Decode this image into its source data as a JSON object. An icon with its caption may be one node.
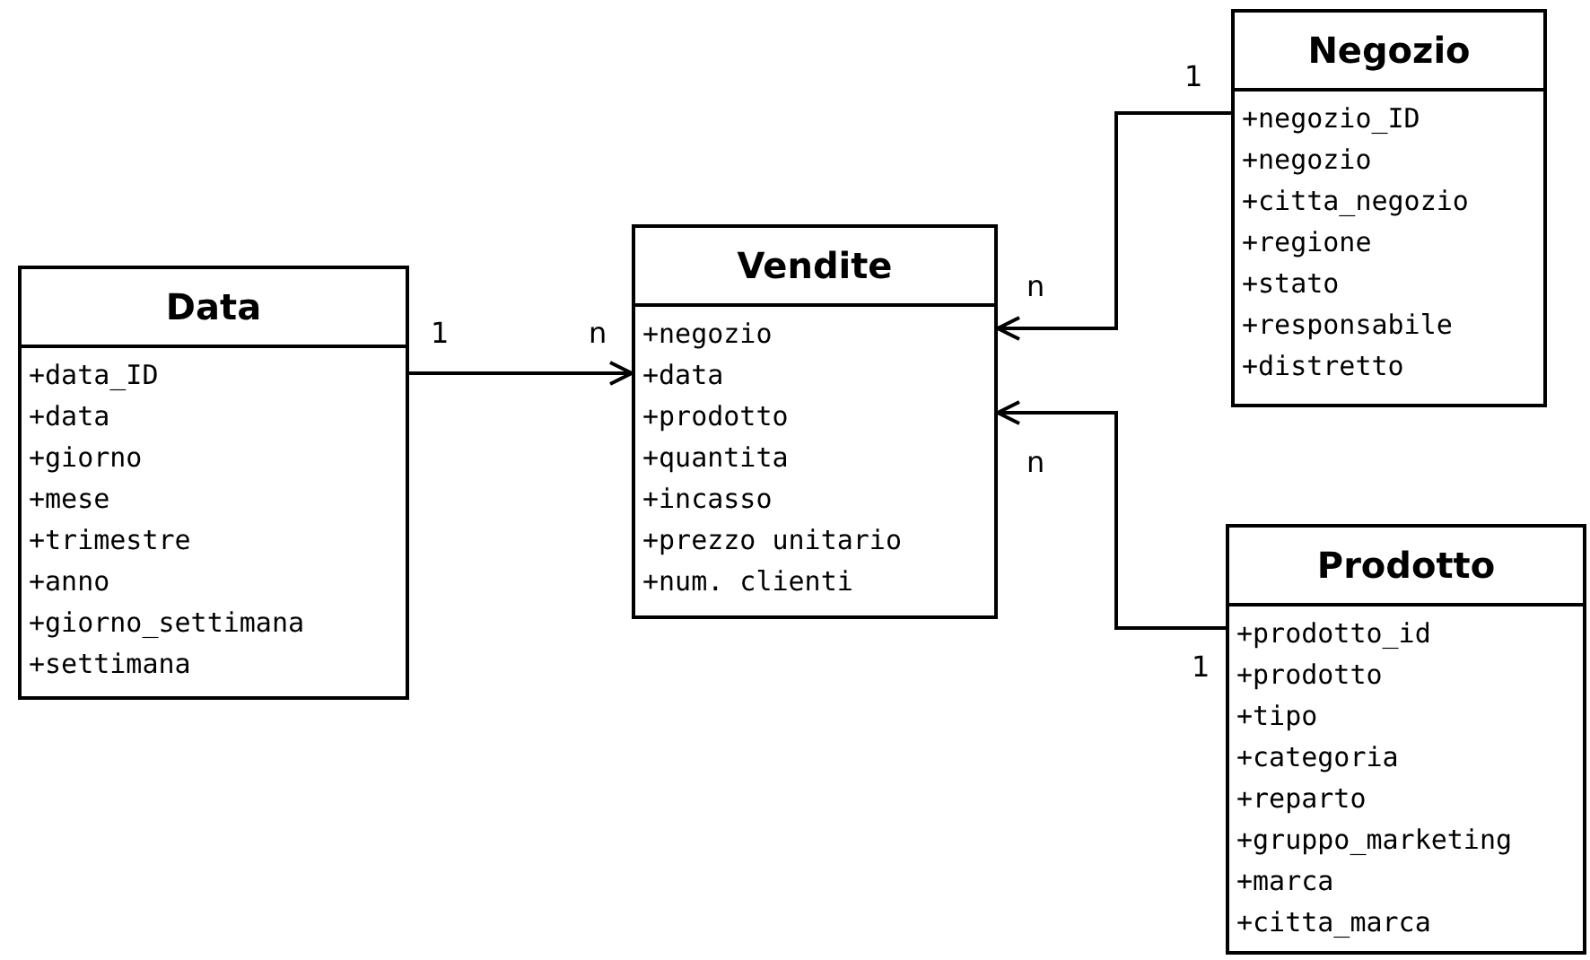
{
  "diagram": {
    "nodes": [
      {
        "text": [
          "Negozio",
          "+negozio_ID",
          "+negozio",
          "+citta_negozio",
          "+regione",
          "+stato",
          "+responsabile",
          "+distretto"
        ]
      },
      {
        "text": [
          "Vendite",
          "+negozio",
          "+data",
          "+prodotto",
          "+quantita",
          "+incasso",
          "+prezzo unitario",
          "+num. clienti"
        ]
      },
      {
        "text": [
          "Data",
          "+data_ID",
          "+data",
          "+giorno",
          "+mese",
          "+trimestre",
          "+anno",
          "+giorno_settimana",
          "+settimana"
        ]
      },
      {
        "text": [
          "Prodotto",
          "+prodotto_id",
          "+prodotto",
          "+tipo",
          "+categoria",
          "+reparto",
          "+gruppo_marketing",
          "+marca",
          "+citta_marca"
        ]
      }
    ],
    "edges": [
      {
        "from": 2,
        "to": 1,
        "arrow": "to"
      },
      {
        "from": 0,
        "to": 1,
        "arrow": "to"
      },
      {
        "from": 3,
        "to": 1,
        "arrow": "to"
      }
    ],
    "labels": [
      "1",
      "n",
      "1",
      "n",
      "n",
      "1"
    ]
  }
}
